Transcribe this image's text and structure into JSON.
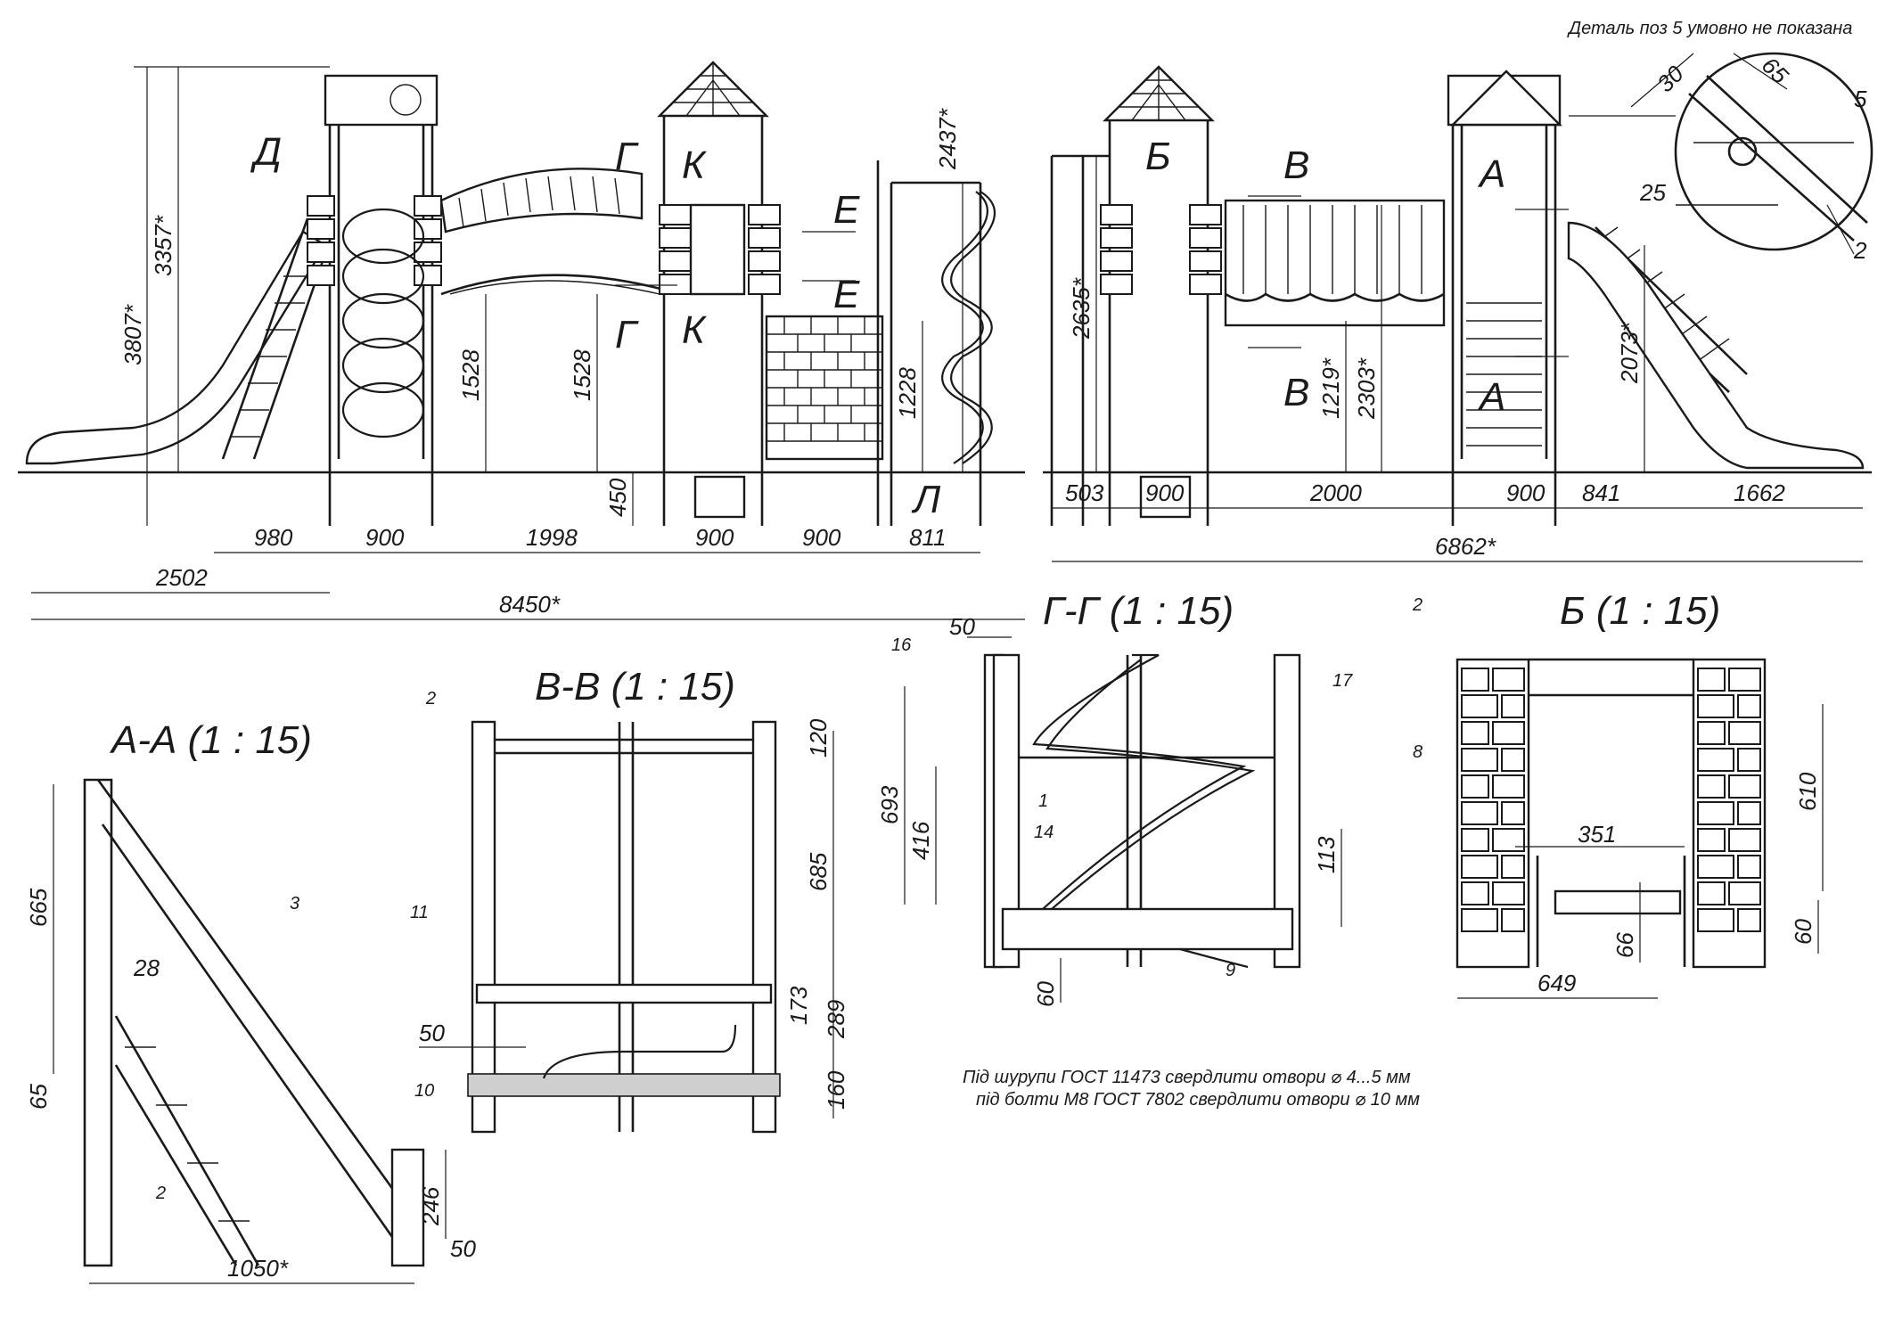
{
  "note_top": "Деталь поз 5  умовно не показана",
  "note_bottom": [
    "Під шурупи ГОСТ 11473 свердлити отвори  ⌀ 4...5 мм",
    "під болти М8 ГОСТ 7802 свердлити отвори  ⌀ 10 мм"
  ],
  "section_titles": {
    "aa": "А-А (1 : 15)",
    "vv": "В-В (1 : 15)",
    "gg": "Г-Г (1 : 15)",
    "b": "Б (1 : 15)"
  },
  "view_markers": {
    "d": "Д",
    "g_top": "Г",
    "g_bot": "Г",
    "k_top": "К",
    "k_bot": "К",
    "e_top": "Е",
    "e_bot": "Е",
    "l": "Л",
    "b": "Б",
    "v_top": "В",
    "v_bot": "В",
    "a_top": "А",
    "a_bot": "А"
  },
  "front_view": {
    "vertical_dims": [
      "3807*",
      "3357*",
      "1528",
      "1528",
      "450",
      "1228",
      "2437*"
    ],
    "horizontal_dims": [
      "980",
      "900",
      "1998",
      "900",
      "900",
      "811",
      "2502",
      "8450*"
    ]
  },
  "side_view": {
    "vertical_dims": [
      "2635*",
      "1219*",
      "2303*",
      "2073*"
    ],
    "horizontal_dims": [
      "503",
      "900",
      "2000",
      "900",
      "841",
      "1662",
      "6862*"
    ]
  },
  "detail_dims": {
    "d65": "65",
    "d30": "30",
    "d25": "25",
    "p5": "5",
    "p2": "2"
  },
  "section_aa": {
    "dims": [
      "665",
      "28",
      "65",
      "246",
      "50",
      "1050*"
    ],
    "positions": [
      "3",
      "2"
    ]
  },
  "section_vv": {
    "dims": [
      "120",
      "685",
      "173",
      "289",
      "160",
      "50"
    ],
    "positions": [
      "2",
      "11",
      "10"
    ]
  },
  "section_gg": {
    "dims": [
      "50",
      "693",
      "416",
      "113",
      "60"
    ],
    "positions": [
      "16",
      "17",
      "1",
      "14",
      "9"
    ]
  },
  "section_b": {
    "dims": [
      "610",
      "351",
      "66",
      "60",
      "649"
    ],
    "positions": [
      "2",
      "8"
    ]
  }
}
